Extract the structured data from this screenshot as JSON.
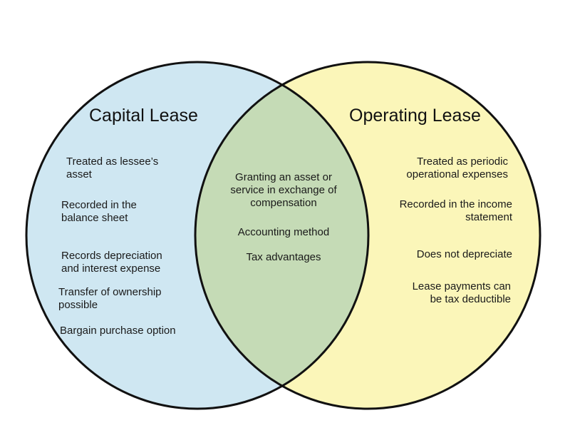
{
  "diagram": {
    "left": {
      "title": "Capital Lease",
      "color": "#cfe7f2",
      "items": [
        [
          "Treated as lessee’s",
          "asset"
        ],
        [
          "Recorded in the",
          "balance sheet"
        ],
        [
          "Records depreciation",
          "and interest expense"
        ],
        [
          "Transfer of ownership",
          "possible"
        ],
        [
          "Bargain purchase option"
        ]
      ]
    },
    "right": {
      "title": "Operating Lease",
      "color": "#fbf6b9",
      "items": [
        [
          "Treated as periodic",
          "operational expenses"
        ],
        [
          "Recorded in the income",
          "statement"
        ],
        [
          "Does not depreciate"
        ],
        [
          "Lease payments can",
          "be tax deductible"
        ]
      ]
    },
    "overlap": {
      "color": "#c5dbb6",
      "items": [
        [
          "Granting an asset or",
          "service in exchange of",
          "compensation"
        ],
        [
          "Accounting method"
        ],
        [
          "Tax advantages"
        ]
      ]
    },
    "outline_color": "#111111"
  }
}
